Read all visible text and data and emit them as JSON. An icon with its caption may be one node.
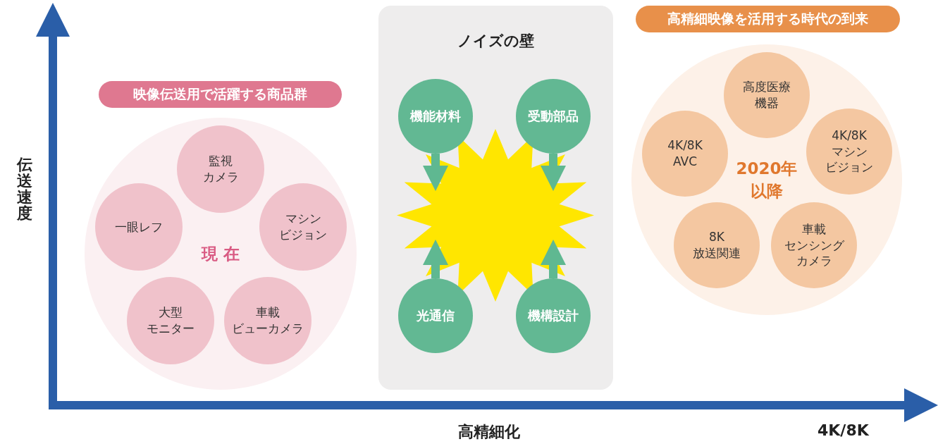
{
  "diagram": {
    "nodes": [
      {
        "text": [
          "映像伝送用で活躍する商品群"
        ]
      },
      {
        "text": [
          "現 在"
        ]
      },
      {
        "text": [
          "監視カメラ"
        ],
        "in": 1
      },
      {
        "text": [
          "一眼レフ"
        ],
        "in": 1
      },
      {
        "text": [
          "マシンビジョン"
        ],
        "in": 1
      },
      {
        "text": [
          "大型モニター"
        ],
        "in": 1
      },
      {
        "text": [
          "車載ビューカメラ"
        ],
        "in": 1
      },
      {
        "text": [
          "ノイズの壁"
        ]
      },
      {
        "text": [
          "機能材料"
        ],
        "in": 7
      },
      {
        "text": [
          "受動部品"
        ],
        "in": 7
      },
      {
        "text": [],
        "shape": "star",
        "in": 7
      },
      {
        "text": [
          "光通信"
        ],
        "in": 7
      },
      {
        "text": [
          "機構設計"
        ],
        "in": 7
      },
      {
        "text": [
          "高精細映像を活用する時代の到来"
        ]
      },
      {
        "text": [
          "2020年以降"
        ]
      },
      {
        "text": [
          "高度医療機器"
        ],
        "in": 14
      },
      {
        "text": [
          "4K/8K AVC"
        ],
        "in": 14
      },
      {
        "text": [
          "4K/8Kマシンビジョン"
        ],
        "in": 14
      },
      {
        "text": [
          "8K放送関連"
        ],
        "in": 14
      },
      {
        "text": [
          "車載センシングカメラ"
        ],
        "in": 14
      }
    ],
    "edges": [
      {
        "from": 8,
        "to": 10,
        "arrow": "to"
      },
      {
        "from": 9,
        "to": 10,
        "arrow": "to"
      },
      {
        "from": 11,
        "to": 10,
        "arrow": "to"
      },
      {
        "from": 12,
        "to": 10,
        "arrow": "to"
      }
    ],
    "labels": [
      "伝送速度",
      "高精細化",
      "4K/8K"
    ]
  }
}
